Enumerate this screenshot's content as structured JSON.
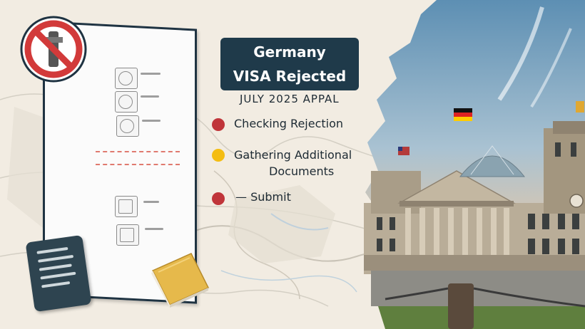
{
  "title": {
    "line1": "Germany",
    "line2": "VISA Rejected"
  },
  "subtitle": "JULY 2025 APPAL",
  "steps": [
    {
      "label": "Checking Rejection",
      "color": "#c0353a"
    },
    {
      "label": "Gathering Additional",
      "label2": "Documents",
      "color": "#f4bd12"
    },
    {
      "label": "— Submit",
      "color": "#c0353a"
    }
  ],
  "icons": [
    "no-entry-icon",
    "document-icon",
    "notebook-icon",
    "book-icon",
    "germany-flag-icon"
  ],
  "colors": {
    "title_bg": "#1f3a4a",
    "sign_red": "#d23a3a",
    "notebook": "#2e4450",
    "book": "#e6b94b"
  }
}
